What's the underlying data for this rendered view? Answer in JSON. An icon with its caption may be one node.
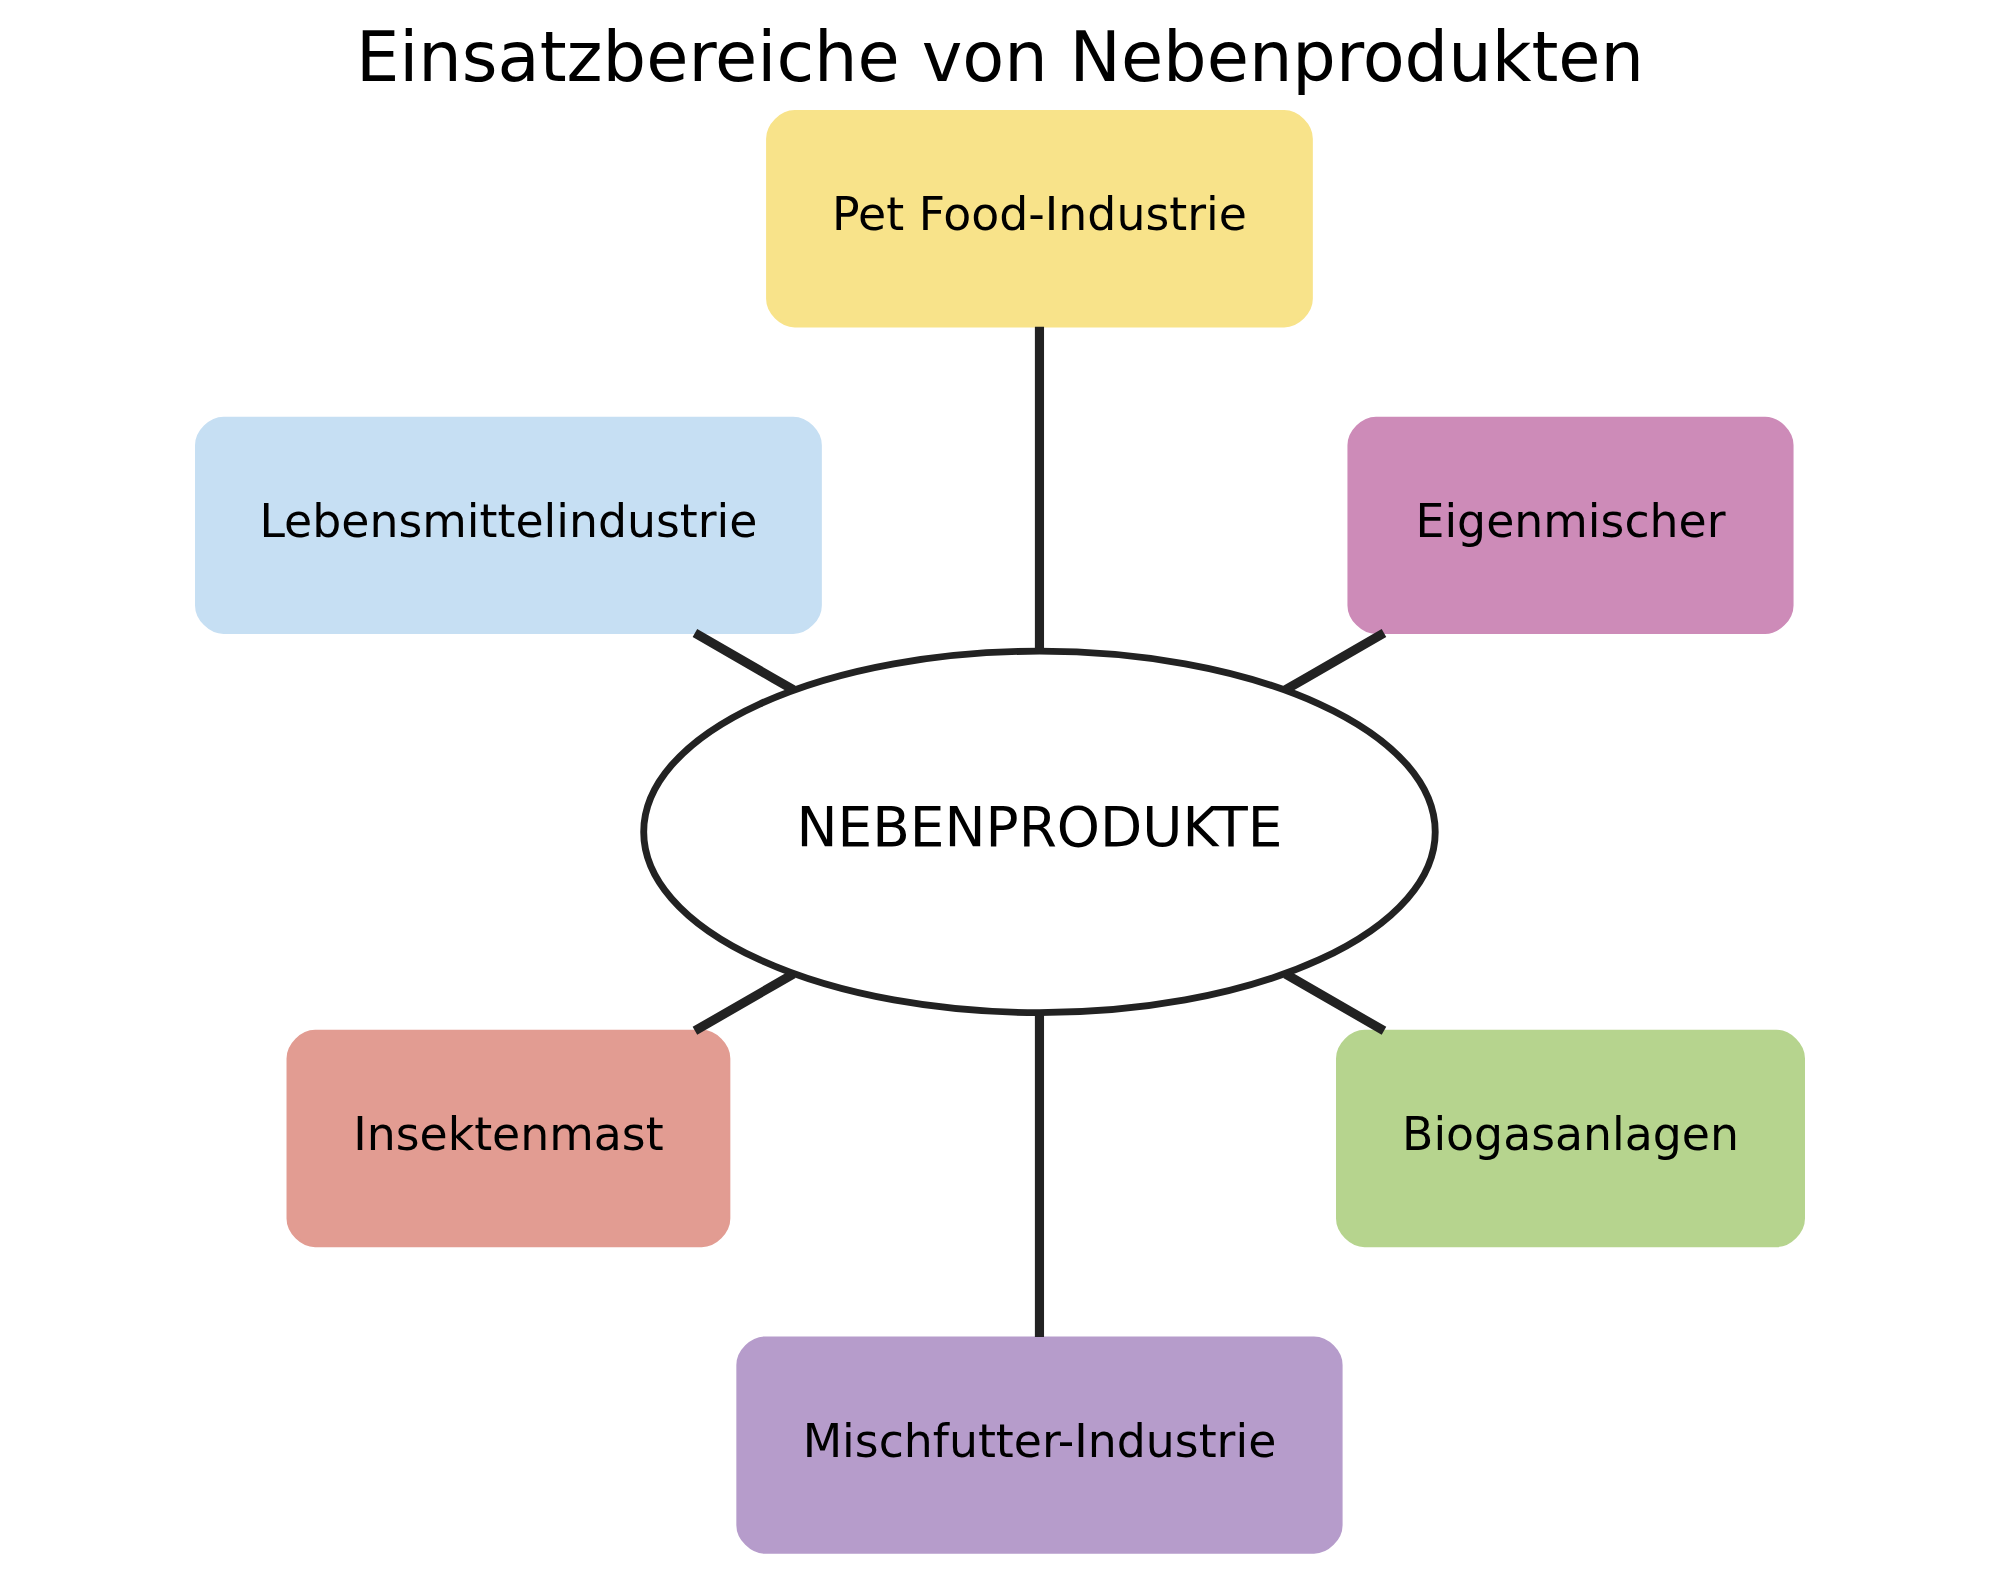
{
  "diagram": {
    "title": "Einsatzbereiche von Nebenprodukten",
    "nodes": [
      {
        "text": [
          "NEBENPRODUKTE"
        ]
      },
      {
        "text": [
          "Eigenmischer"
        ]
      },
      {
        "text": [
          "Pet Food-Industrie"
        ]
      },
      {
        "text": [
          "Lebensmittelindustrie"
        ]
      },
      {
        "text": [
          "Insektenmast"
        ]
      },
      {
        "text": [
          "Mischfutter-Industrie"
        ]
      },
      {
        "text": [
          "Biogasanlagen"
        ]
      }
    ],
    "edges": [
      {
        "from": 0,
        "to": 1,
        "arrow": "none"
      },
      {
        "from": 0,
        "to": 2,
        "arrow": "none"
      },
      {
        "from": 0,
        "to": 3,
        "arrow": "none"
      },
      {
        "from": 0,
        "to": 4,
        "arrow": "none"
      },
      {
        "from": 0,
        "to": 5,
        "arrow": "none"
      },
      {
        "from": 0,
        "to": 6,
        "arrow": "none"
      }
    ]
  }
}
